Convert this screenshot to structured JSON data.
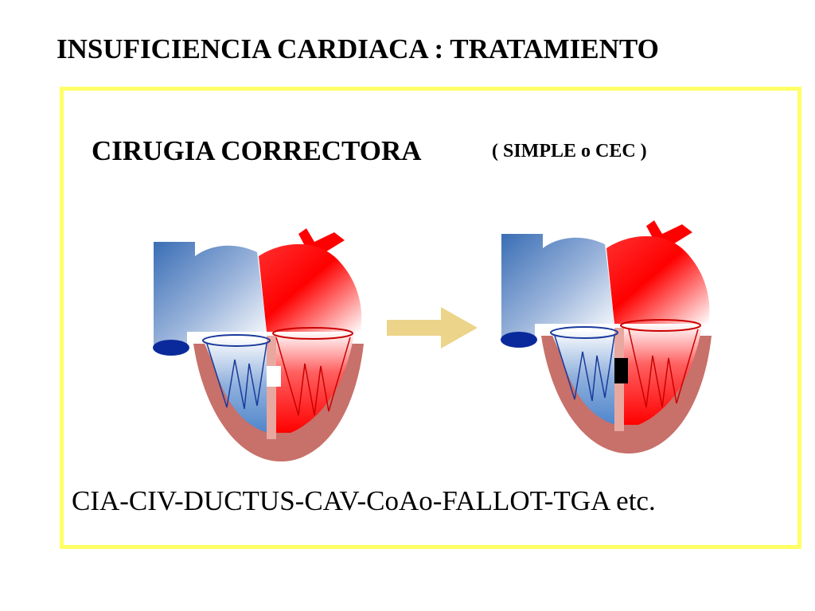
{
  "slide": {
    "title": "INSUFICIENCIA CARDIACA : TRATAMIENTO",
    "subtitle": "CIRUGIA  CORRECTORA",
    "subtitle_note": "( SIMPLE o  CEC )",
    "footer": "CIA-CIV-DUCTUS-CAV-CoAo-FALLOT-TGA  etc."
  },
  "diagram": {
    "left_heart": "heart-with-septal-defect",
    "right_heart": "heart-with-corrected-septum",
    "arrow": "right-arrow-icon"
  },
  "colors": {
    "panel_border": "#ffff66",
    "venous_blue": "#3a6eb5",
    "arterial_red": "#ff0000",
    "myocardium": "#c8706a",
    "arrow": "#ecd48a",
    "patch": "#000000"
  }
}
